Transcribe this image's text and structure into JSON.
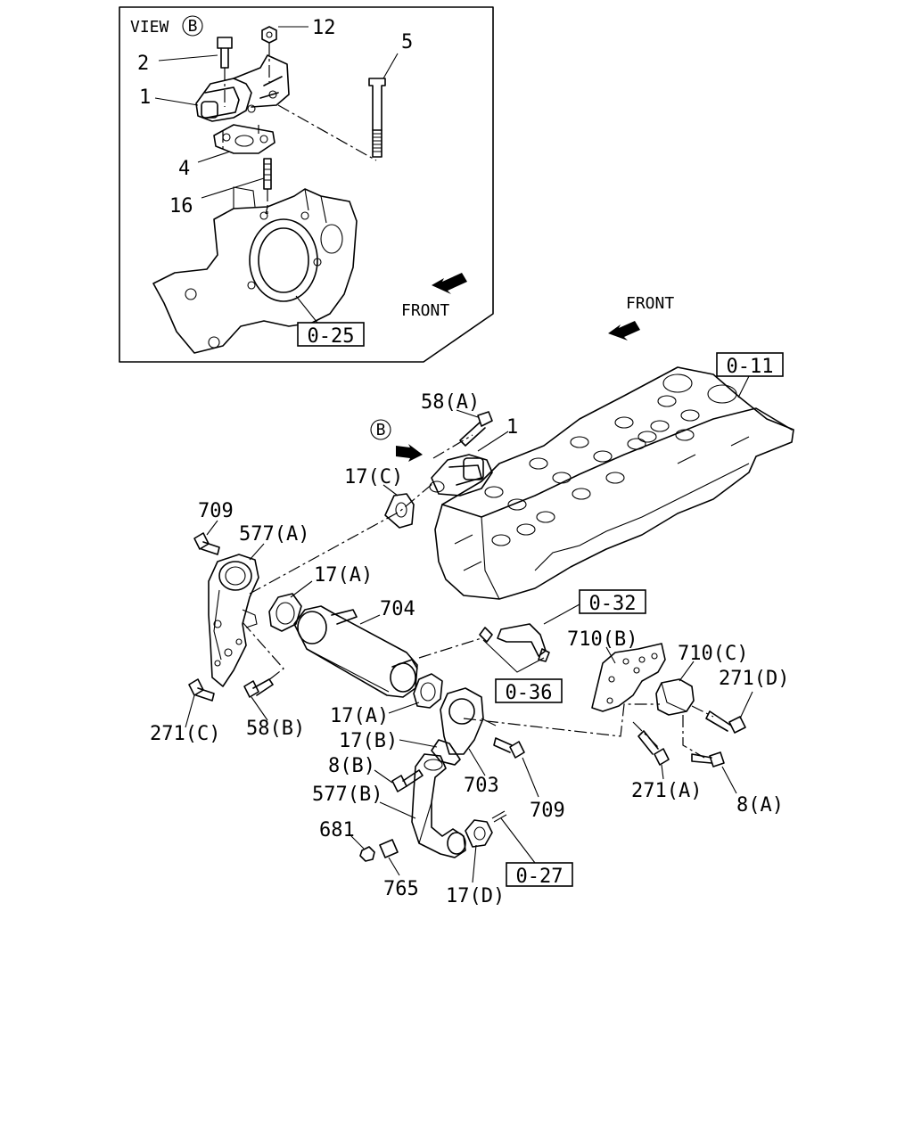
{
  "view": {
    "title_prefix": "VIEW",
    "title_marker": "B",
    "front_label": "FRONT",
    "ref_box": "0-25"
  },
  "main": {
    "front_label": "FRONT",
    "view_marker": "B"
  },
  "ref_boxes": [
    "0-11",
    "0-32",
    "0-36",
    "0-27"
  ],
  "callouts": {
    "inset": [
      "12",
      "2",
      "5",
      "1",
      "4",
      "16"
    ],
    "main": [
      "58(A)",
      "1",
      "17(C)",
      "709",
      "577(A)",
      "17(A)",
      "704",
      "710(B)",
      "710(C)",
      "271(D)",
      "271(C)",
      "58(B)",
      "17(A)",
      "17(B)",
      "8(B)",
      "703",
      "709",
      "577(B)",
      "271(A)",
      "8(A)",
      "681",
      "765",
      "17(D)"
    ]
  }
}
